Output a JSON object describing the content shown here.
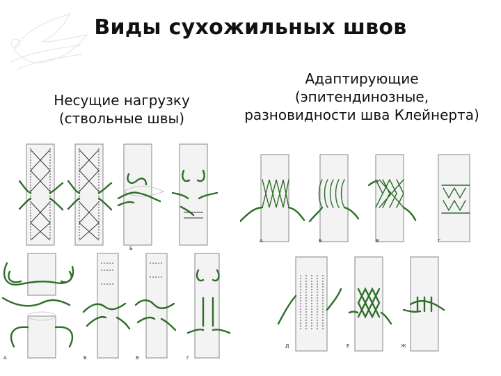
{
  "slide": {
    "title": "Виды сухожильных швов",
    "left_column": {
      "line1": "Несущие нагрузку",
      "line2": "(ствольные швы)"
    },
    "right_column": {
      "line1": "Адаптирующие",
      "line2": "(эпитендинозные,",
      "line3": "разновидности шва Клейнерта)"
    },
    "figure_labels": {
      "right_top": [
        "А",
        "Б",
        "В",
        "Г"
      ],
      "right_bottom": [
        "Д",
        "Е",
        "Ж"
      ],
      "left_top": [
        "Б"
      ],
      "left_bottom": [
        "А",
        "Б",
        "В",
        "Г"
      ]
    },
    "colors": {
      "suture": "#2e6d28",
      "tendon": "#f3f3f3",
      "outline": "#9a9a9a"
    }
  }
}
